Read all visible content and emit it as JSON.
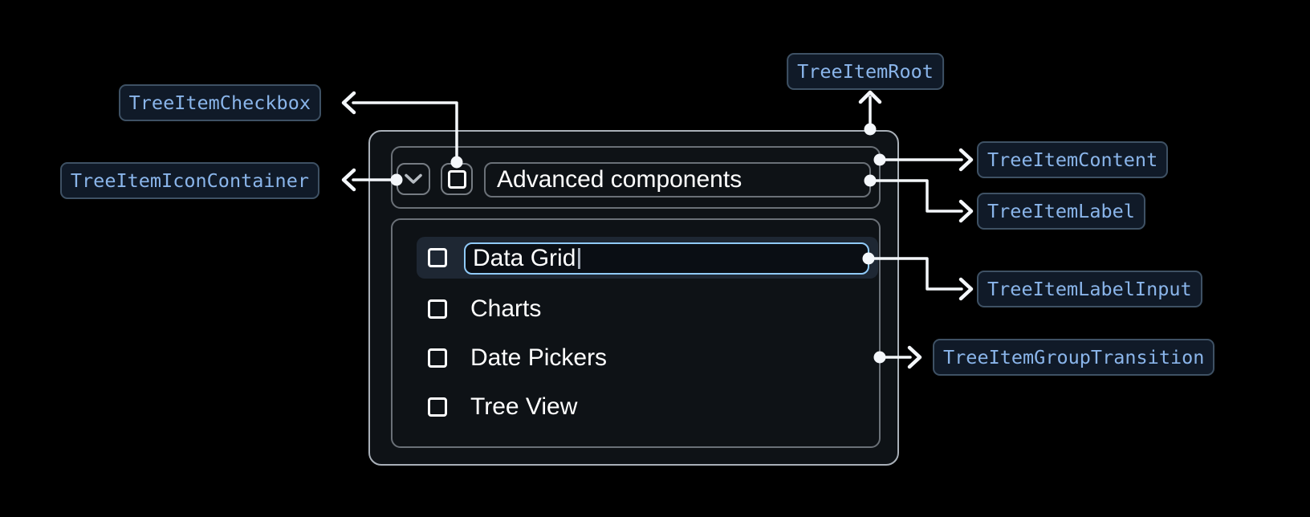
{
  "diagram": {
    "annotations": {
      "root": "TreeItemRoot",
      "checkbox": "TreeItemCheckbox",
      "icon_container": "TreeItemIconContainer",
      "content": "TreeItemContent",
      "label": "TreeItemLabel",
      "label_input": "TreeItemLabelInput",
      "group_transition": "TreeItemGroupTransition"
    }
  },
  "tree": {
    "parent": {
      "label": "Advanced components",
      "expanded": true,
      "checked": false
    },
    "edit_item": {
      "value": "Data Grid",
      "editing": true,
      "checked": false
    },
    "items": [
      {
        "label": "Charts",
        "checked": false
      },
      {
        "label": "Date Pickers",
        "checked": false
      },
      {
        "label": "Tree View",
        "checked": false
      }
    ]
  },
  "icons": {
    "expand_icon": "chevron-down-icon",
    "checkbox_icon": "checkbox-unchecked-icon",
    "cursor": "text-cursor"
  },
  "colors": {
    "page_bg": "#000000",
    "root_bg": "#0e1216",
    "root_border": "#a9b0b8",
    "inner_border": "#6a7077",
    "row_highlight": "#1e2733",
    "accent_blue": "#90caf9",
    "connector": "#f4f7fb",
    "annotation_text": "#8ab5ea",
    "annotation_bg": "#101a28",
    "annotation_border": "#3e5164",
    "text": "#ffffff"
  }
}
